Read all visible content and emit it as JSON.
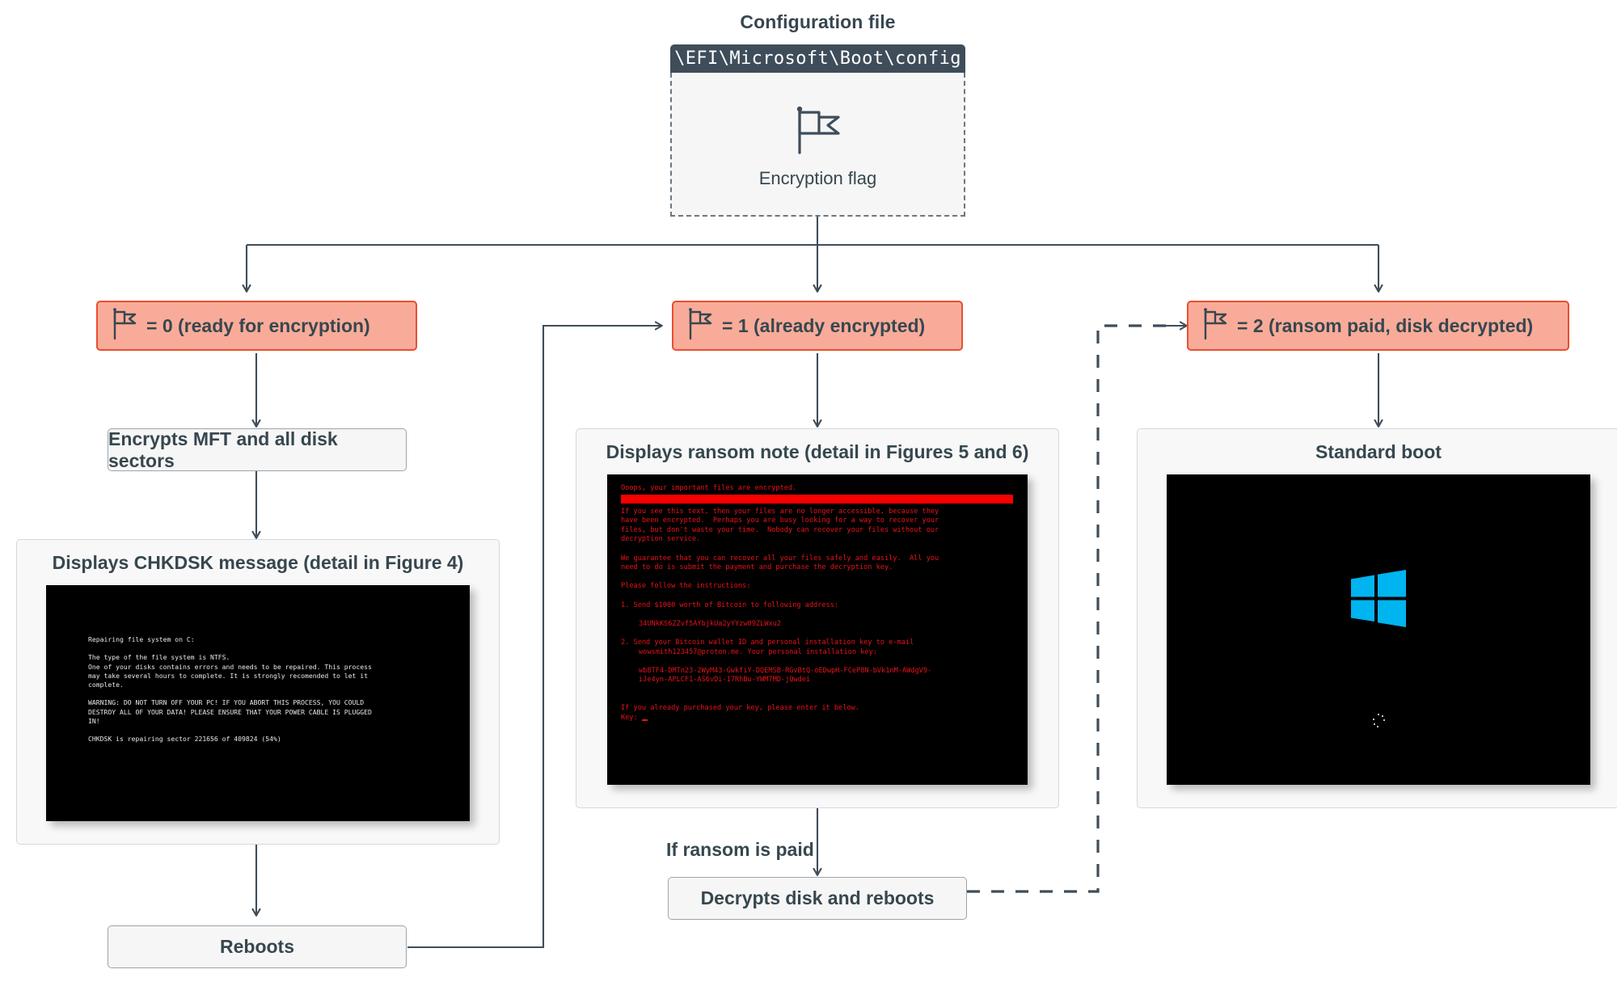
{
  "diagram": {
    "config_caption": "Configuration file",
    "config_path": "\\EFI\\Microsoft\\Boot\\config",
    "config_flag_label": "Encryption flag"
  },
  "branches": [
    {
      "id": "flag0",
      "label": "= 0 (ready for encryption)"
    },
    {
      "id": "flag1",
      "label": "= 1 (already encrypted)"
    },
    {
      "id": "flag2",
      "label": "= 2 (ransom paid, disk decrypted)"
    }
  ],
  "steps": {
    "encrypts": "Encrypts MFT and all disk sectors",
    "reboots": "Reboots",
    "decrypts": "Decrypts disk and reboots",
    "if_ransom_paid": "If ransom is paid"
  },
  "panels": {
    "chkdsk_title": "Displays CHKDSK message (detail in Figure 4)",
    "ransom_title": "Displays ransom note (detail in Figures 5 and 6)",
    "boot_title": "Standard boot"
  },
  "chkdsk_screen": {
    "lines": [
      "Repairing file system on C:",
      "",
      "The type of the file system is NTFS.",
      "One of your disks contains errors and needs to be repaired. This process",
      "may take several hours to complete. It is strongly recomended to let it",
      "complete.",
      "",
      "WARNING: DO NOT TURN OFF YOUR PC! IF YOU ABORT THIS PROCESS, YOU COULD",
      "DESTROY ALL OF YOUR DATA! PLEASE ENSURE THAT YOUR POWER CABLE IS PLUGGED",
      "IN!",
      "",
      "CHKDSK is repairing sector 221656 of 409824 (54%)"
    ]
  },
  "ransom_screen": {
    "headline": "Ooops, your important files are encrypted.",
    "paragraph1": [
      "If you see this text, then your files are no longer accessible, because they",
      "have been encrypted.  Perhaps you are busy looking for a way to recover your",
      "files, but don't waste your time.  Nobody can recover your files without our",
      "decryption service."
    ],
    "paragraph2": [
      "We guarantee that you can recover all your files safely and easily.  All you",
      "need to do is submit the payment and purchase the decryption key."
    ],
    "instructions_intro": "Please follow the instructions:",
    "item1": "1. Send $1000 worth of Bitcoin to following address:",
    "bitcoin_address": "34UNkKS6ZZvf5AYbjkUa2yYYzw09ZLWxu2",
    "item2_line1": "2. Send your Bitcoin wallet ID and personal installation key to e-mail",
    "item2_line2": "wowsmith123457@proton.me. Your personal installation key:",
    "install_key_line1": "wb8TF4-DMTn23-2WyM43-GwkfiY-DQEMSB-RGvBtQ-oEDwpH-FCeP8N-bVk1nM-AWdgV9-",
    "install_key_line2": "iJe4yn-APLCF1-AS6vDi-17RhBu-YWM7MD-jQwdei",
    "footer1": "If you already purchased your key, please enter it below.",
    "footer2_prefix": "Key: "
  },
  "colors": {
    "flag_box_fill": "#f9ab99",
    "flag_box_border": "#e8502e",
    "ink": "#37474f",
    "wire": "#3f4d5a",
    "panel_fill": "#f8f8f8",
    "terminal_bg": "#000000",
    "ransom_red": "#e8131a",
    "windows_cyan": "#00b4f0",
    "config_header_bg": "#3f4d5a"
  }
}
